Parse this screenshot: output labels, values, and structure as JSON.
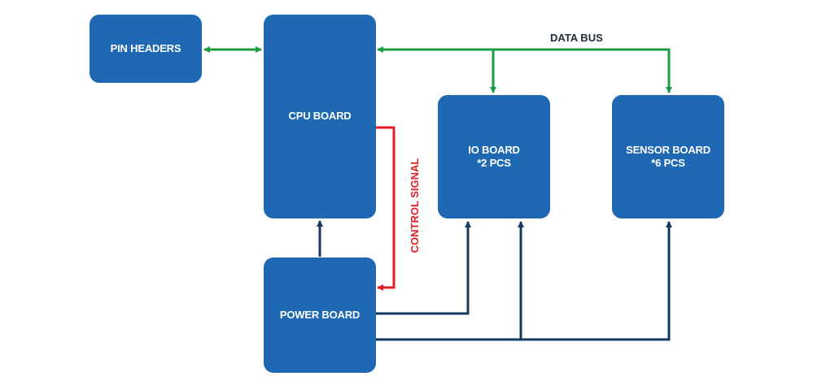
{
  "colors": {
    "box_fill": "#1f68b4",
    "data_bus": "#1f9a45",
    "control_signal": "#e31e24",
    "power": "#163a5f",
    "text": "#ffffff"
  },
  "boxes": {
    "pin_headers": {
      "label": "PIN HEADERS"
    },
    "cpu_board": {
      "label": "CPU BOARD"
    },
    "io_board": {
      "label": "IO BOARD",
      "sublabel": "*2 PCS"
    },
    "sensor_board": {
      "label": "SENSOR BOARD",
      "sublabel": "*6 PCS"
    },
    "power_board": {
      "label": "POWER BOARD"
    }
  },
  "connections": {
    "data_bus_label": "DATA BUS",
    "control_signal_label": "CONTROL SIGNAL"
  }
}
